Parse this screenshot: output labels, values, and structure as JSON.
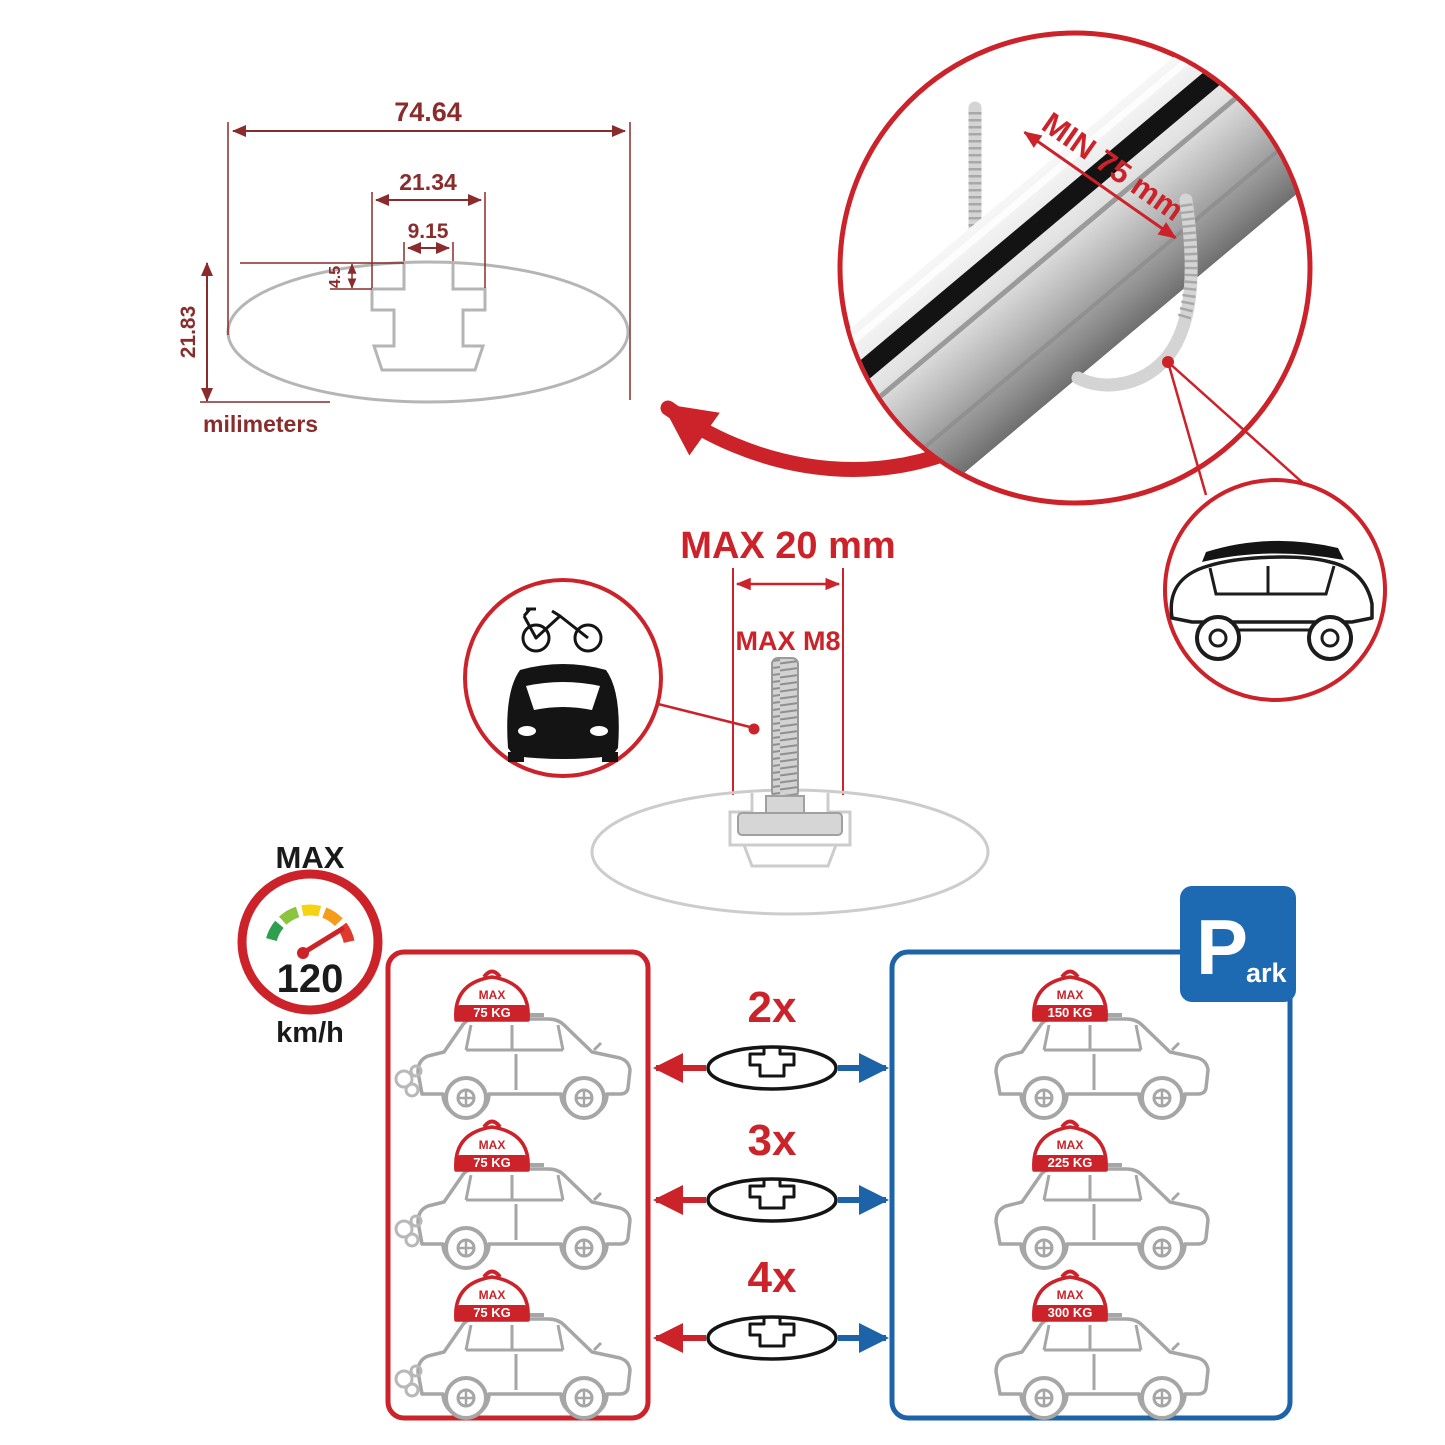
{
  "colors": {
    "accent_red": "#cc2229",
    "dimension_maroon": "#8a2c2c",
    "accent_blue": "#1c63a8",
    "profile_gray": "#b5b5b5",
    "car_line_gray": "#a6a6a6",
    "metal_silver": "#c9c9c9",
    "black": "#1a1a1a"
  },
  "icons": {
    "speedometer": "speedometer-icon",
    "parking": "parking-icon",
    "bike_on_car": "bike-car-icon",
    "roofbox_car": "roofbox-car-icon",
    "cargo_dome": "cargo-dome-icon",
    "crossbar_profile": "crossbar-profile-icon"
  },
  "profile_dimensions": {
    "total_width": "74.64",
    "channel_width": "21.34",
    "slot_width": "9.15",
    "slot_depth": "4.5",
    "total_height": "21.83",
    "units": "milimeters"
  },
  "bar_photo": {
    "min_clearance": "MIN 75 mm"
  },
  "bolt": {
    "max_length": "MAX 20 mm",
    "max_thread": "MAX M8"
  },
  "speed_limit": {
    "label": "MAX",
    "value": "120",
    "units": "km/h"
  },
  "parking_sign": {
    "letter": "P",
    "suffix": "ark"
  },
  "left_panel": {
    "cars": [
      {
        "label": "MAX",
        "weight": "75 KG"
      },
      {
        "label": "MAX",
        "weight": "75 KG"
      },
      {
        "label": "MAX",
        "weight": "75 KG"
      }
    ]
  },
  "crossbar_counts": {
    "rows": [
      {
        "label": "2x"
      },
      {
        "label": "3x"
      },
      {
        "label": "4x"
      }
    ]
  },
  "right_panel": {
    "cars": [
      {
        "label": "MAX",
        "weight": "150 KG"
      },
      {
        "label": "MAX",
        "weight": "225 KG"
      },
      {
        "label": "MAX",
        "weight": "300 KG"
      }
    ]
  }
}
